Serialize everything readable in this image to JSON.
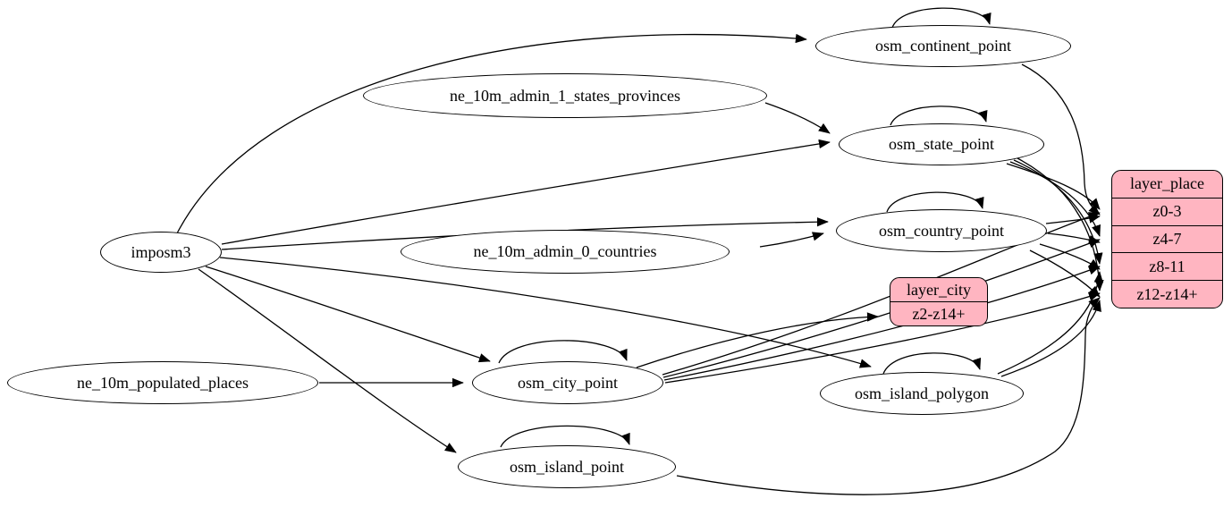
{
  "diagram": {
    "background": "#ffffff",
    "colors": {
      "record_fill": "#ffb5c1",
      "node_fill": "#ffffff",
      "stroke": "#000000",
      "text": "#000000"
    },
    "nodes": {
      "imposm3": {
        "label": "imposm3"
      },
      "ne_10m_admin_1_states_provinces": {
        "label": "ne_10m_admin_1_states_provinces"
      },
      "ne_10m_admin_0_countries": {
        "label": "ne_10m_admin_0_countries"
      },
      "ne_10m_populated_places": {
        "label": "ne_10m_populated_places"
      },
      "osm_continent_point": {
        "label": "osm_continent_point"
      },
      "osm_state_point": {
        "label": "osm_state_point"
      },
      "osm_country_point": {
        "label": "osm_country_point"
      },
      "osm_city_point": {
        "label": "osm_city_point"
      },
      "osm_island_polygon": {
        "label": "osm_island_polygon"
      },
      "osm_island_point": {
        "label": "osm_island_point"
      }
    },
    "records": {
      "layer_city": {
        "title": "layer_city",
        "rows": [
          "z2-z14+"
        ]
      },
      "layer_place": {
        "title": "layer_place",
        "rows": [
          "z0-3",
          "z4-7",
          "z8-11",
          "z12-z14+"
        ]
      }
    },
    "edges": [
      {
        "from": "imposm3",
        "to": "osm_continent_point"
      },
      {
        "from": "imposm3",
        "to": "osm_state_point"
      },
      {
        "from": "imposm3",
        "to": "osm_country_point"
      },
      {
        "from": "imposm3",
        "to": "osm_city_point"
      },
      {
        "from": "imposm3",
        "to": "osm_island_polygon"
      },
      {
        "from": "imposm3",
        "to": "osm_island_point"
      },
      {
        "from": "ne_10m_admin_1_states_provinces",
        "to": "osm_state_point"
      },
      {
        "from": "ne_10m_admin_0_countries",
        "to": "osm_country_point"
      },
      {
        "from": "ne_10m_populated_places",
        "to": "osm_city_point"
      },
      {
        "from": "osm_continent_point",
        "to": "osm_continent_point"
      },
      {
        "from": "osm_state_point",
        "to": "osm_state_point"
      },
      {
        "from": "osm_country_point",
        "to": "osm_country_point"
      },
      {
        "from": "osm_city_point",
        "to": "osm_city_point"
      },
      {
        "from": "osm_island_polygon",
        "to": "osm_island_polygon"
      },
      {
        "from": "osm_island_point",
        "to": "osm_island_point"
      },
      {
        "from": "osm_city_point",
        "to": "layer_city.z2-z14+"
      },
      {
        "from": "osm_continent_point",
        "to": "layer_place.z0-3"
      },
      {
        "from": "osm_state_point",
        "to": "layer_place.z0-3"
      },
      {
        "from": "osm_state_point",
        "to": "layer_place.z4-7"
      },
      {
        "from": "osm_state_point",
        "to": "layer_place.z8-11"
      },
      {
        "from": "osm_state_point",
        "to": "layer_place.z12-z14+"
      },
      {
        "from": "osm_country_point",
        "to": "layer_place.z0-3"
      },
      {
        "from": "osm_country_point",
        "to": "layer_place.z4-7"
      },
      {
        "from": "osm_country_point",
        "to": "layer_place.z8-11"
      },
      {
        "from": "osm_country_point",
        "to": "layer_place.z12-z14+"
      },
      {
        "from": "osm_city_point",
        "to": "layer_place.z0-3"
      },
      {
        "from": "osm_city_point",
        "to": "layer_place.z4-7"
      },
      {
        "from": "osm_city_point",
        "to": "layer_place.z8-11"
      },
      {
        "from": "osm_city_point",
        "to": "layer_place.z12-z14+"
      },
      {
        "from": "osm_island_polygon",
        "to": "layer_place.z8-11"
      },
      {
        "from": "osm_island_polygon",
        "to": "layer_place.z12-z14+"
      },
      {
        "from": "osm_island_point",
        "to": "layer_place.z12-z14+"
      }
    ]
  }
}
